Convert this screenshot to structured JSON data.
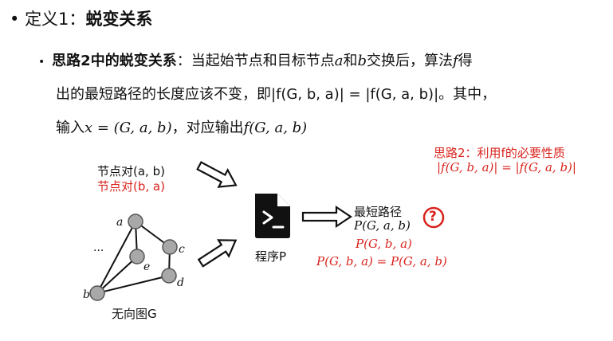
{
  "heading": {
    "prefix": "定义1：",
    "term": "蜕变关系"
  },
  "body": {
    "label": "思路2中的蜕变关系",
    "line1_rest": "：当起始节点和目标节点",
    "a": "a",
    "and": "和",
    "b": "b",
    "after": "交换后，算法",
    "f": "f",
    "de": "得",
    "line2": "出的最短路径的长度应该不变，即|f(G, b, a)| = |f(G, a, b)|。其中，",
    "line3_prefix": "输入",
    "line3_eq": "x = (G, a, b)",
    "line3_mid": "，对应输出",
    "line3_out": "f(G, a, b)"
  },
  "note": {
    "title": "思路2：利用f的必要性质",
    "formula": "|f(G, b, a)|  =  |f(G, a, b)|"
  },
  "inputs": {
    "pair1": "节点对(a, b)",
    "pair2": "节点对(b, a)"
  },
  "graph": {
    "label": "无向图G",
    "nodes": [
      "a",
      "b",
      "c",
      "d",
      "e"
    ],
    "ellipsis": "..."
  },
  "program": {
    "label": "程序P"
  },
  "outputs": {
    "title": "最短路径",
    "p1": "P(G, a, b)",
    "p2": "P(G, b, a)",
    "p3": "P(G, b, a) = P(G, a, b)",
    "question": "?"
  },
  "colors": {
    "red": "#d9231d",
    "node_fill": "#a8a8a8"
  }
}
